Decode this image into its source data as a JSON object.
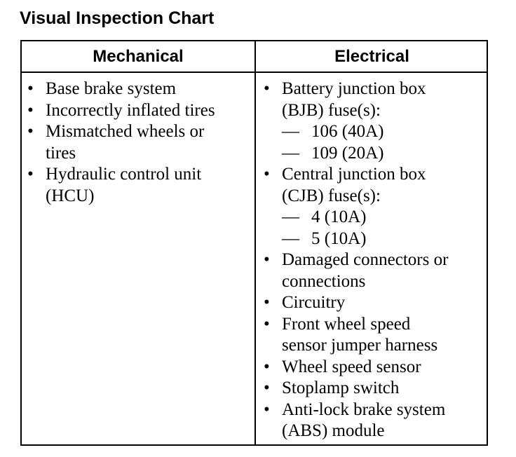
{
  "title": "Visual Inspection Chart",
  "table": {
    "headers": {
      "mechanical": "Mechanical",
      "electrical": "Electrical"
    },
    "bullet_symbol": "•",
    "dash_symbol": "—",
    "mechanical_items": [
      {
        "lines": [
          "Base brake system"
        ]
      },
      {
        "lines": [
          "Incorrectly inflated tires"
        ]
      },
      {
        "lines": [
          "Mismatched wheels or",
          "tires"
        ]
      },
      {
        "lines": [
          "Hydraulic control unit",
          "(HCU)"
        ]
      }
    ],
    "electrical_items": [
      {
        "lines": [
          "Battery junction box",
          "(BJB) fuse(s):"
        ],
        "sub": [
          "106 (40A)",
          "109 (20A)"
        ]
      },
      {
        "lines": [
          "Central junction box",
          "(CJB) fuse(s):"
        ],
        "sub": [
          "4 (10A)",
          "5 (10A)"
        ]
      },
      {
        "lines": [
          "Damaged connectors or",
          "connections"
        ]
      },
      {
        "lines": [
          "Circuitry"
        ]
      },
      {
        "lines": [
          "Front wheel speed",
          "sensor jumper harness"
        ]
      },
      {
        "lines": [
          "Wheel speed sensor"
        ]
      },
      {
        "lines": [
          "Stoplamp switch"
        ]
      },
      {
        "lines": [
          "Anti-lock brake system",
          "(ABS) module"
        ]
      }
    ]
  }
}
